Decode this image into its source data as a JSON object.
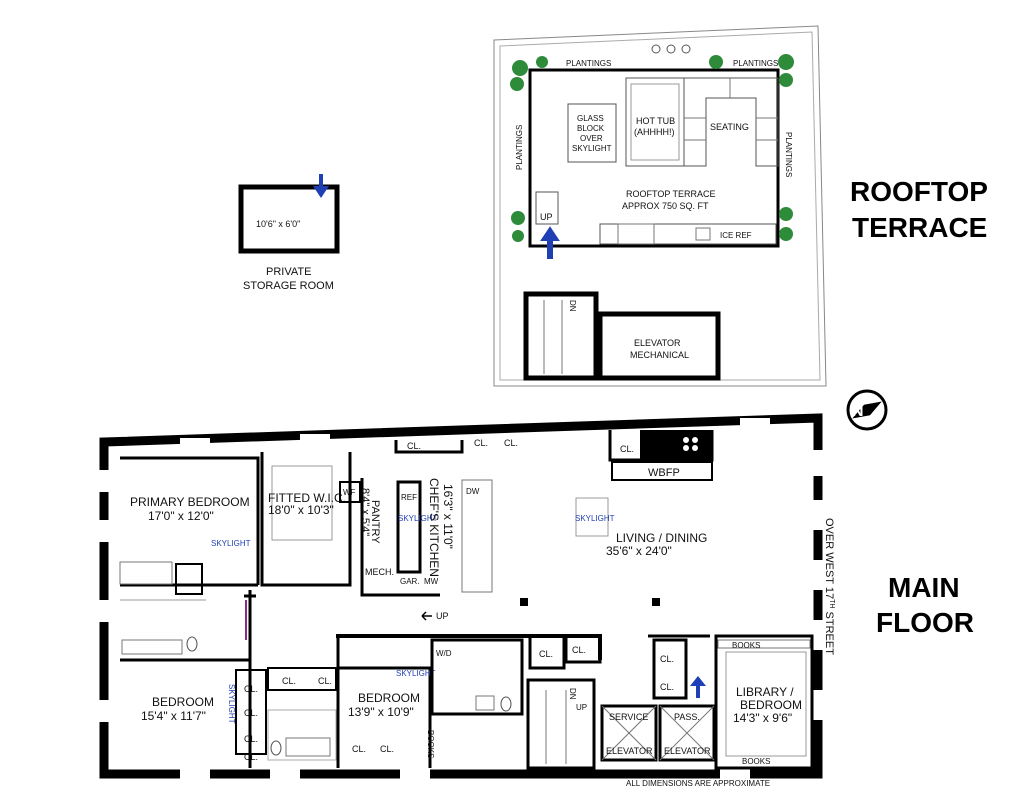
{
  "headings": {
    "rooftop_line1": "ROOFTOP",
    "rooftop_line2": "TERRACE",
    "main_line1": "MAIN",
    "main_line2": "FLOOR"
  },
  "rooftop": {
    "plantings_top_left": "PLANTINGS",
    "plantings_top_right": "PLANTINGS",
    "plantings_left": "PLANTINGS",
    "plantings_right": "PLANTINGS",
    "glass_block_1": "GLASS",
    "glass_block_2": "BLOCK",
    "glass_block_3": "OVER",
    "glass_block_4": "SKYLIGHT",
    "hot_tub_1": "HOT TUB",
    "hot_tub_2": "(AHHHH!)",
    "seating": "SEATING",
    "terrace_1": "ROOFTOP TERRACE",
    "terrace_2": "APPROX 750 SQ. FT",
    "up": "UP",
    "ice_ref": "ICE REF",
    "stair_dn": "DN",
    "elevator_1": "ELEVATOR",
    "elevator_2": "MECHANICAL"
  },
  "storage": {
    "size": "10'6\" x 6'0\"",
    "label_1": "PRIVATE",
    "label_2": "STORAGE ROOM"
  },
  "main": {
    "primary_bedroom": "PRIMARY BEDROOM",
    "primary_bedroom_size": "17'0\" x 12'0\"",
    "primary_skylight": "SKYLIGHT",
    "wic_1": "FITTED W.I.C.",
    "wic_2": "18'0\" x 10'3\"",
    "wf": "WF",
    "pantry_1": "PANTRY",
    "pantry_2": "8'4\" x 5'4\"",
    "ref": "REF",
    "kitchen_skylight": "SKYLIGHT",
    "kitchen_1": "CHEF'S KITCHEN",
    "kitchen_2": "16'3\" x 11'0\"",
    "dw": "DW",
    "mech": "MECH.",
    "gar": "GAR.",
    "mw": "MW",
    "wbfp": "WBFP",
    "cl_top_1": "CL.",
    "cl_top_2": "CL.",
    "cl_top_3": "CL.",
    "cl_top_4": "CL.",
    "living_skylight": "SKYLIGHT",
    "living_1": "LIVING / DINING",
    "living_2": "35'6\" x 24'0\"",
    "street_1": "OVER WEST 17",
    "street_th": "TH",
    "street_2": "STREET",
    "up": "UP",
    "bedroom1": "BEDROOM",
    "bedroom1_size": "15'4\" x 11'7\"",
    "bedroom1_skylight": "SKYLIGHT",
    "cl_b1_1": "CL.",
    "cl_b1_2": "CL.",
    "cl_b1_3": "CL.",
    "cl_b1_4": "CL.",
    "cl_b2_1": "CL.",
    "cl_b2_2": "CL.",
    "bedroom2": "BEDROOM",
    "bedroom2_size": "13'9\" x 10'9\"",
    "bedroom2_skylight": "SKYLIGHT",
    "wd": "W/D",
    "books_left": "BOOKS",
    "cl_hall_1": "CL.",
    "cl_hall_2": "CL.",
    "cl_hall_3": "CL.",
    "cl_hall_4": "CL.",
    "stair_dn": "DN",
    "stair_up": "UP",
    "service_1": "SERVICE",
    "service_2": "ELEVATOR",
    "pass_1": "PASS.",
    "pass_2": "ELEVATOR",
    "books_top": "BOOKS",
    "books_bottom": "BOOKS",
    "library_1": "LIBRARY /",
    "library_2": "BEDROOM",
    "library_3": "14'3\" x 9'6\"",
    "footer": "ALL DIMENSIONS ARE APPROXIMATE"
  },
  "compass": {
    "letter": "N"
  },
  "colors": {
    "wall": "#000000",
    "arrow": "#1f3fb4",
    "skylight_text": "#1f3fb4",
    "plant": "#2e8b3a"
  }
}
